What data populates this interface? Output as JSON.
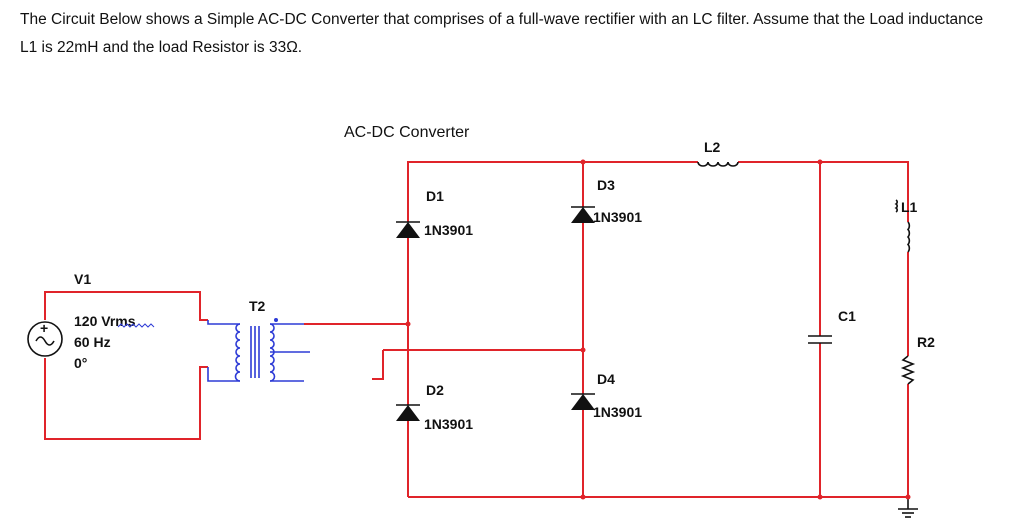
{
  "question": {
    "text": "The Circuit Below shows a Simple AC-DC Converter that comprises of a full-wave rectifier with an LC filter. Assume that the Load inductance L1 is 22mH and the load Resistor is 33Ω."
  },
  "circuit": {
    "title": "AC-DC Converter",
    "source": {
      "name": "V1",
      "voltage": "120 Vrms",
      "frequency": "60 Hz",
      "phase": "0°"
    },
    "transformer": {
      "name": "T2"
    },
    "diodes": [
      {
        "name": "D1",
        "part": "1N3901"
      },
      {
        "name": "D2",
        "part": "1N3901"
      },
      {
        "name": "D3",
        "part": "1N3901"
      },
      {
        "name": "D4",
        "part": "1N3901"
      }
    ],
    "inductors": [
      {
        "name": "L2"
      },
      {
        "name": "L1"
      }
    ],
    "capacitor": {
      "name": "C1"
    },
    "resistor": {
      "name": "R2"
    },
    "colors": {
      "wire": "#e0242a",
      "winding": "#2d3bd6",
      "component": "#111111"
    }
  }
}
